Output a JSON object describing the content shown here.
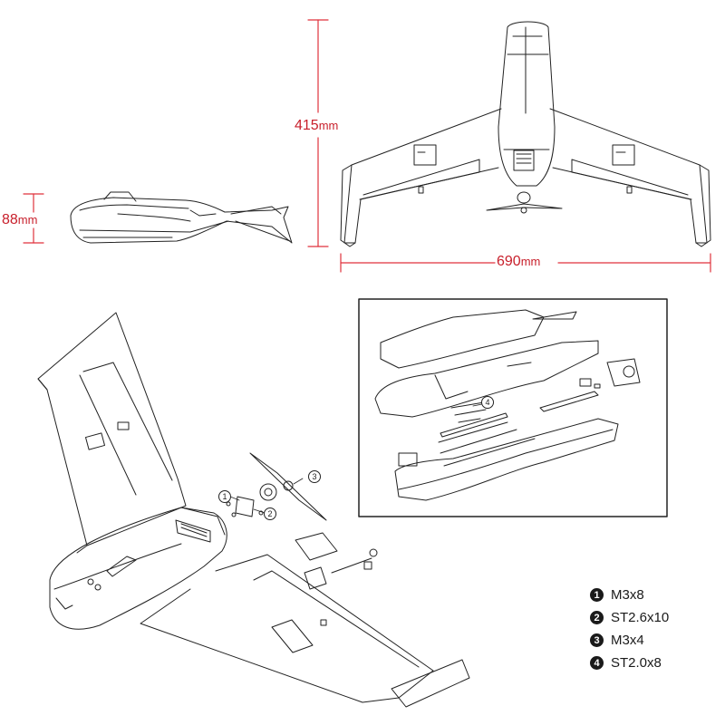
{
  "dimensions": {
    "height_label": "88",
    "length_label": "415",
    "span_label": "690",
    "unit": "mm",
    "line_color": "#e0323c",
    "text_color": "#c8202c"
  },
  "hardware_legend": [
    {
      "num": "1",
      "label": "M3x8"
    },
    {
      "num": "2",
      "label": "ST2.6x10"
    },
    {
      "num": "3",
      "label": "M3x4"
    },
    {
      "num": "4",
      "label": "ST2.0x8"
    }
  ],
  "callouts": {
    "prop_left": "1",
    "prop_mid": "2",
    "prop_right": "3",
    "fuselage": "4"
  }
}
